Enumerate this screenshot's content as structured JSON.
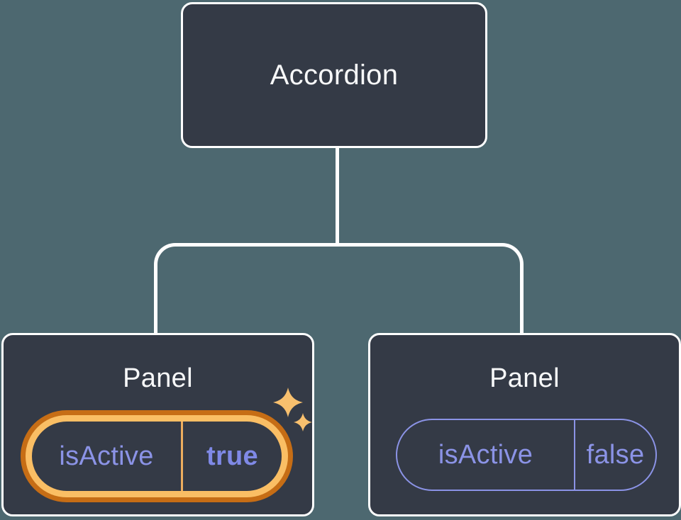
{
  "diagram": {
    "title": "component-state-tree",
    "root": {
      "label": "Accordion"
    },
    "children": [
      {
        "label": "Panel",
        "prop": {
          "name": "isActive",
          "value": "true"
        },
        "highlighted": true,
        "icon": "sparkles-icon"
      },
      {
        "label": "Panel",
        "prop": {
          "name": "isActive",
          "value": "false"
        },
        "highlighted": false
      }
    ]
  },
  "colors": {
    "background": "#4D6870",
    "node_fill": "#343A46",
    "node_border": "#FFFFFF",
    "connector": "#FFFFFF",
    "title_text": "#F7F8F9",
    "prop_text": "#8B93E6",
    "prop_value_active_text": "#7F89E6",
    "highlight_ring_outer": "#C66D15",
    "highlight_ring_inner": "#FABE64",
    "highlight_divider": "#EDAD5F",
    "inactive_pill_border": "#8B93E6",
    "sparkle": "#F8C06E"
  }
}
